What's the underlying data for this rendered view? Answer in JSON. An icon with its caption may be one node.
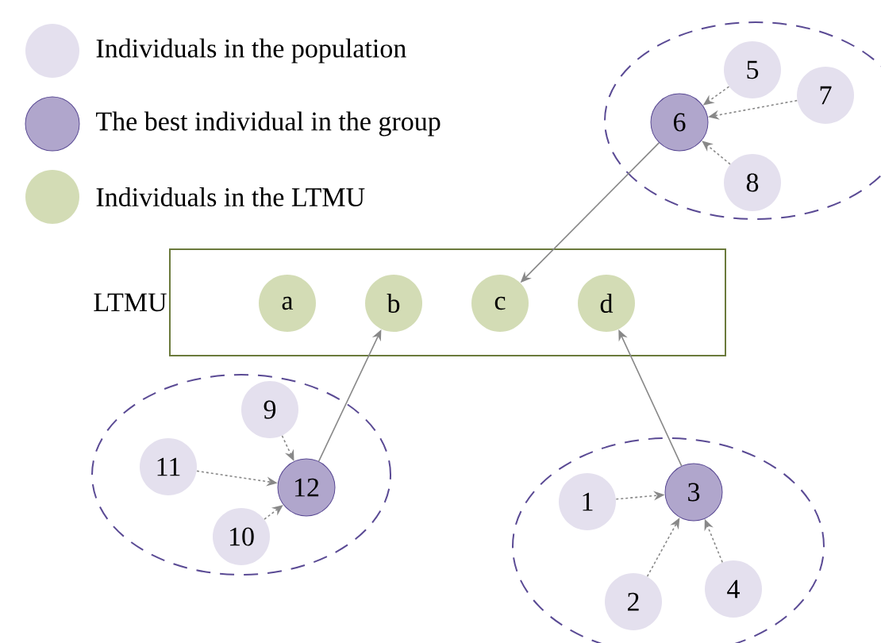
{
  "diagram": {
    "nodes": [
      {
        "text": [],
        "shape": "ellipse"
      },
      {
        "text": [
          "5"
        ],
        "in": 0
      },
      {
        "text": [
          "6"
        ],
        "in": 0
      },
      {
        "text": [
          "7"
        ],
        "in": 0
      },
      {
        "text": [
          "8"
        ],
        "in": 0
      },
      {
        "text": [
          "LTMU"
        ]
      },
      {
        "text": [
          "a"
        ],
        "in": 5
      },
      {
        "text": [
          "b"
        ],
        "in": 5
      },
      {
        "text": [
          "c"
        ],
        "in": 5
      },
      {
        "text": [
          "d"
        ],
        "in": 5
      },
      {
        "text": [],
        "shape": "ellipse"
      },
      {
        "text": [
          "9"
        ],
        "in": 10
      },
      {
        "text": [
          "11"
        ],
        "in": 10
      },
      {
        "text": [
          "12"
        ],
        "in": 10
      },
      {
        "text": [
          "10"
        ],
        "in": 10
      },
      {
        "text": [],
        "shape": "ellipse"
      },
      {
        "text": [
          "1"
        ],
        "in": 15
      },
      {
        "text": [
          "3"
        ],
        "in": 15
      },
      {
        "text": [
          "2"
        ],
        "in": 15
      },
      {
        "text": [
          "4"
        ],
        "in": 15
      }
    ],
    "edges": [
      {
        "from": 1,
        "to": 2,
        "arrow": "to",
        "style": "dashed"
      },
      {
        "from": 3,
        "to": 2,
        "arrow": "to",
        "style": "dashed"
      },
      {
        "from": 4,
        "to": 2,
        "arrow": "to",
        "style": "dashed"
      },
      {
        "from": 2,
        "to": 8,
        "arrow": "to"
      },
      {
        "from": 11,
        "to": 13,
        "arrow": "to",
        "style": "dashed"
      },
      {
        "from": 12,
        "to": 13,
        "arrow": "to",
        "style": "dashed"
      },
      {
        "from": 14,
        "to": 13,
        "arrow": "to",
        "style": "dashed"
      },
      {
        "from": 13,
        "to": 7,
        "arrow": "to"
      },
      {
        "from": 16,
        "to": 17,
        "arrow": "to",
        "style": "dashed"
      },
      {
        "from": 18,
        "to": 17,
        "arrow": "to",
        "style": "dashed"
      },
      {
        "from": 19,
        "to": 17,
        "arrow": "to",
        "style": "dashed"
      },
      {
        "from": 17,
        "to": 9,
        "arrow": "to"
      }
    ],
    "legend": [
      {
        "text": "Individuals in the population",
        "color": "#e4e0ee"
      },
      {
        "text": "The best individual in the group",
        "color": "#b0a6cc"
      },
      {
        "text": "Individuals in the LTMU",
        "color": "#d3dcb5"
      }
    ]
  }
}
